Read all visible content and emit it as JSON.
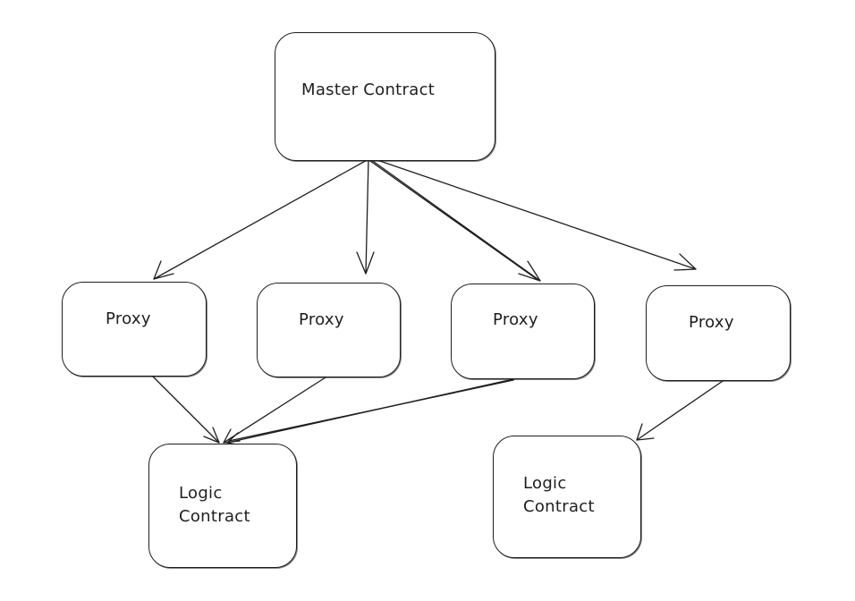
{
  "diagram": {
    "nodes": {
      "master": {
        "label": "Master Contract"
      },
      "proxy_1": {
        "label": "Proxy"
      },
      "proxy_2": {
        "label": "Proxy"
      },
      "proxy_3": {
        "label": "Proxy"
      },
      "proxy_4": {
        "label": "Proxy"
      },
      "logic_1": {
        "label": "Logic\nContract"
      },
      "logic_2": {
        "label": "Logic\nContract"
      }
    },
    "edges": [
      {
        "from": "master",
        "to": "proxy_1"
      },
      {
        "from": "master",
        "to": "proxy_2"
      },
      {
        "from": "master",
        "to": "proxy_3"
      },
      {
        "from": "master",
        "to": "proxy_4"
      },
      {
        "from": "proxy_1",
        "to": "logic_1"
      },
      {
        "from": "proxy_2",
        "to": "logic_1"
      },
      {
        "from": "proxy_3",
        "to": "logic_1"
      },
      {
        "from": "proxy_4",
        "to": "logic_2"
      }
    ],
    "colors": {
      "stroke": "#1e1e1e",
      "background": "#ffffff"
    }
  }
}
